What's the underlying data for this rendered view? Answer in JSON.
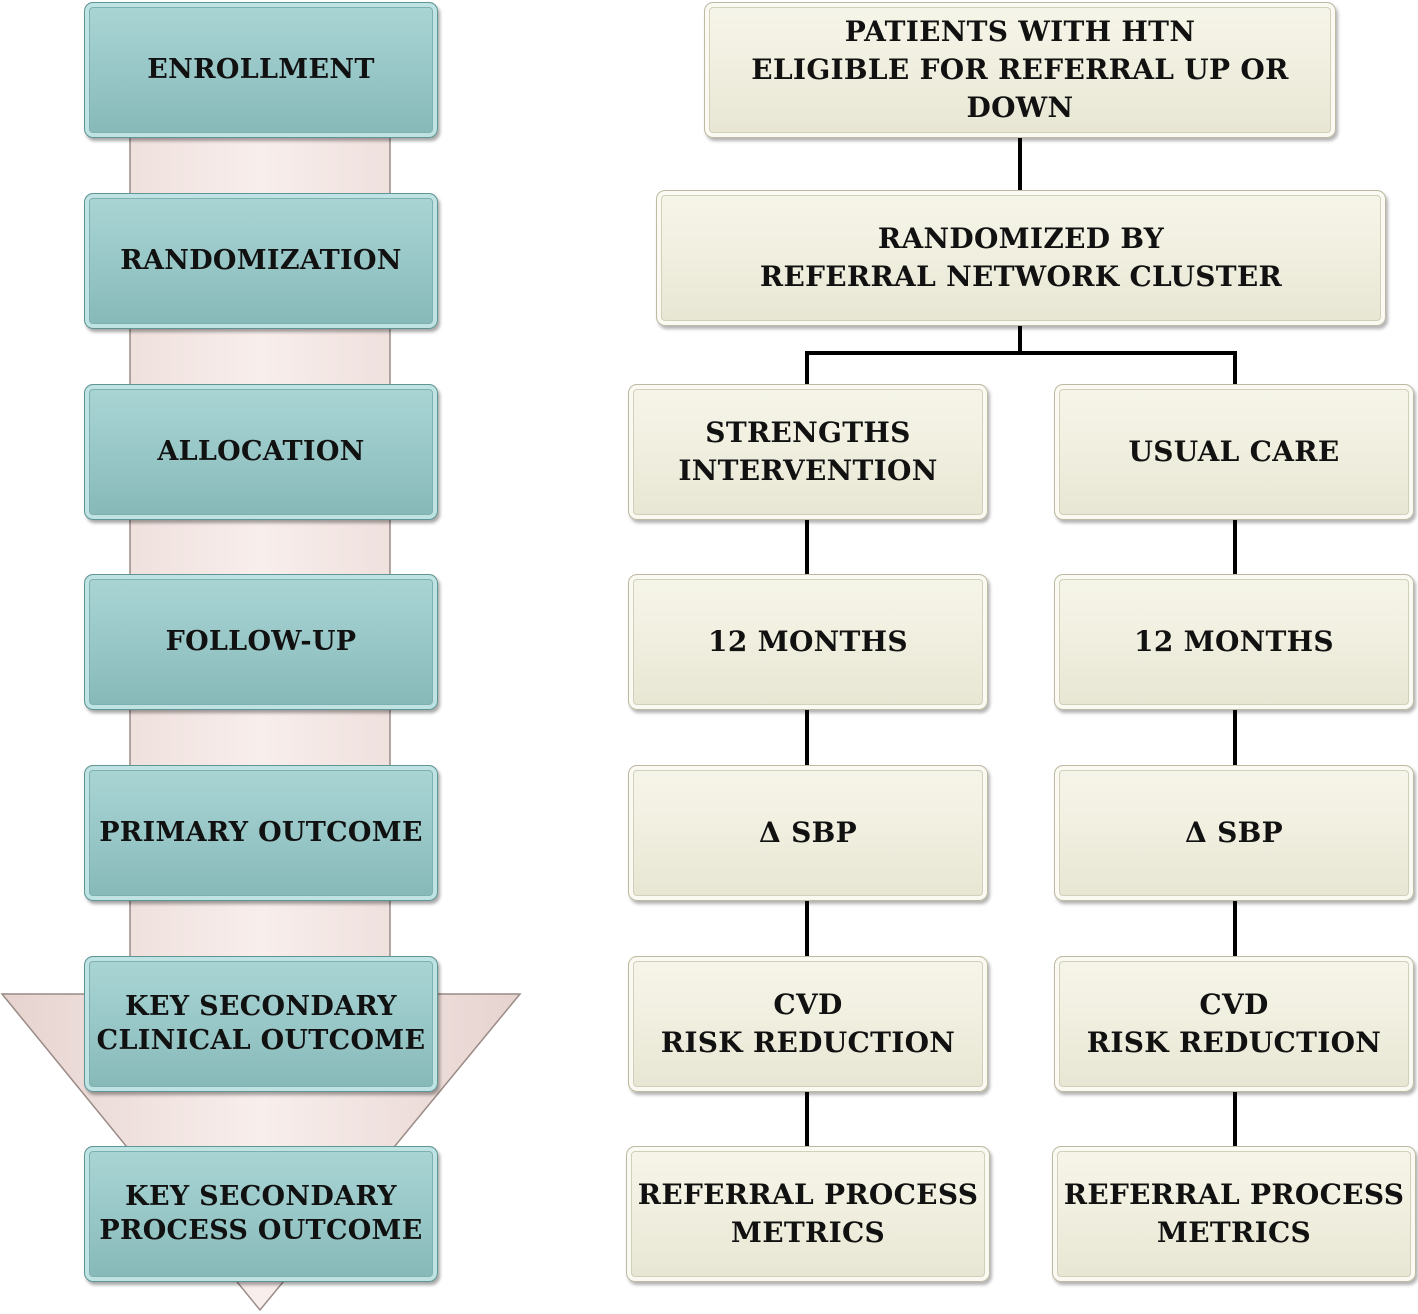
{
  "phases": {
    "enrollment": "ENROLLMENT",
    "randomization": "RANDOMIZATION",
    "allocation": "ALLOCATION",
    "follow_up": "FOLLOW-UP",
    "primary_outcome": "PRIMARY OUTCOME",
    "key_secondary_clinical": [
      "KEY SECONDARY",
      "CLINICAL OUTCOME"
    ],
    "key_secondary_process": [
      "KEY SECONDARY",
      "PROCESS OUTCOME"
    ]
  },
  "flow": {
    "patients": [
      "PATIENTS WITH HTN",
      "ELIGIBLE FOR REFERRAL UP OR DOWN"
    ],
    "randomized": [
      "RANDOMIZED BY",
      "REFERRAL NETWORK CLUSTER"
    ],
    "intervention": {
      "arm": [
        "STRENGTHS",
        "INTERVENTION"
      ],
      "follow_up": "12 MONTHS",
      "primary": "Δ SBP",
      "clinical": [
        "CVD",
        "RISK REDUCTION"
      ],
      "process": [
        "REFERRAL PROCESS",
        "METRICS"
      ]
    },
    "usual_care": {
      "arm": "USUAL CARE",
      "follow_up": "12 MONTHS",
      "primary": "Δ SBP",
      "clinical": [
        "CVD",
        "RISK REDUCTION"
      ],
      "process": [
        "REFERRAL PROCESS",
        "METRICS"
      ]
    }
  },
  "colors": {
    "phase_fill": "#97c6c6",
    "node_fill": "#efeede",
    "arrow_fill": "#f4e6e3",
    "connector": "#000000"
  }
}
